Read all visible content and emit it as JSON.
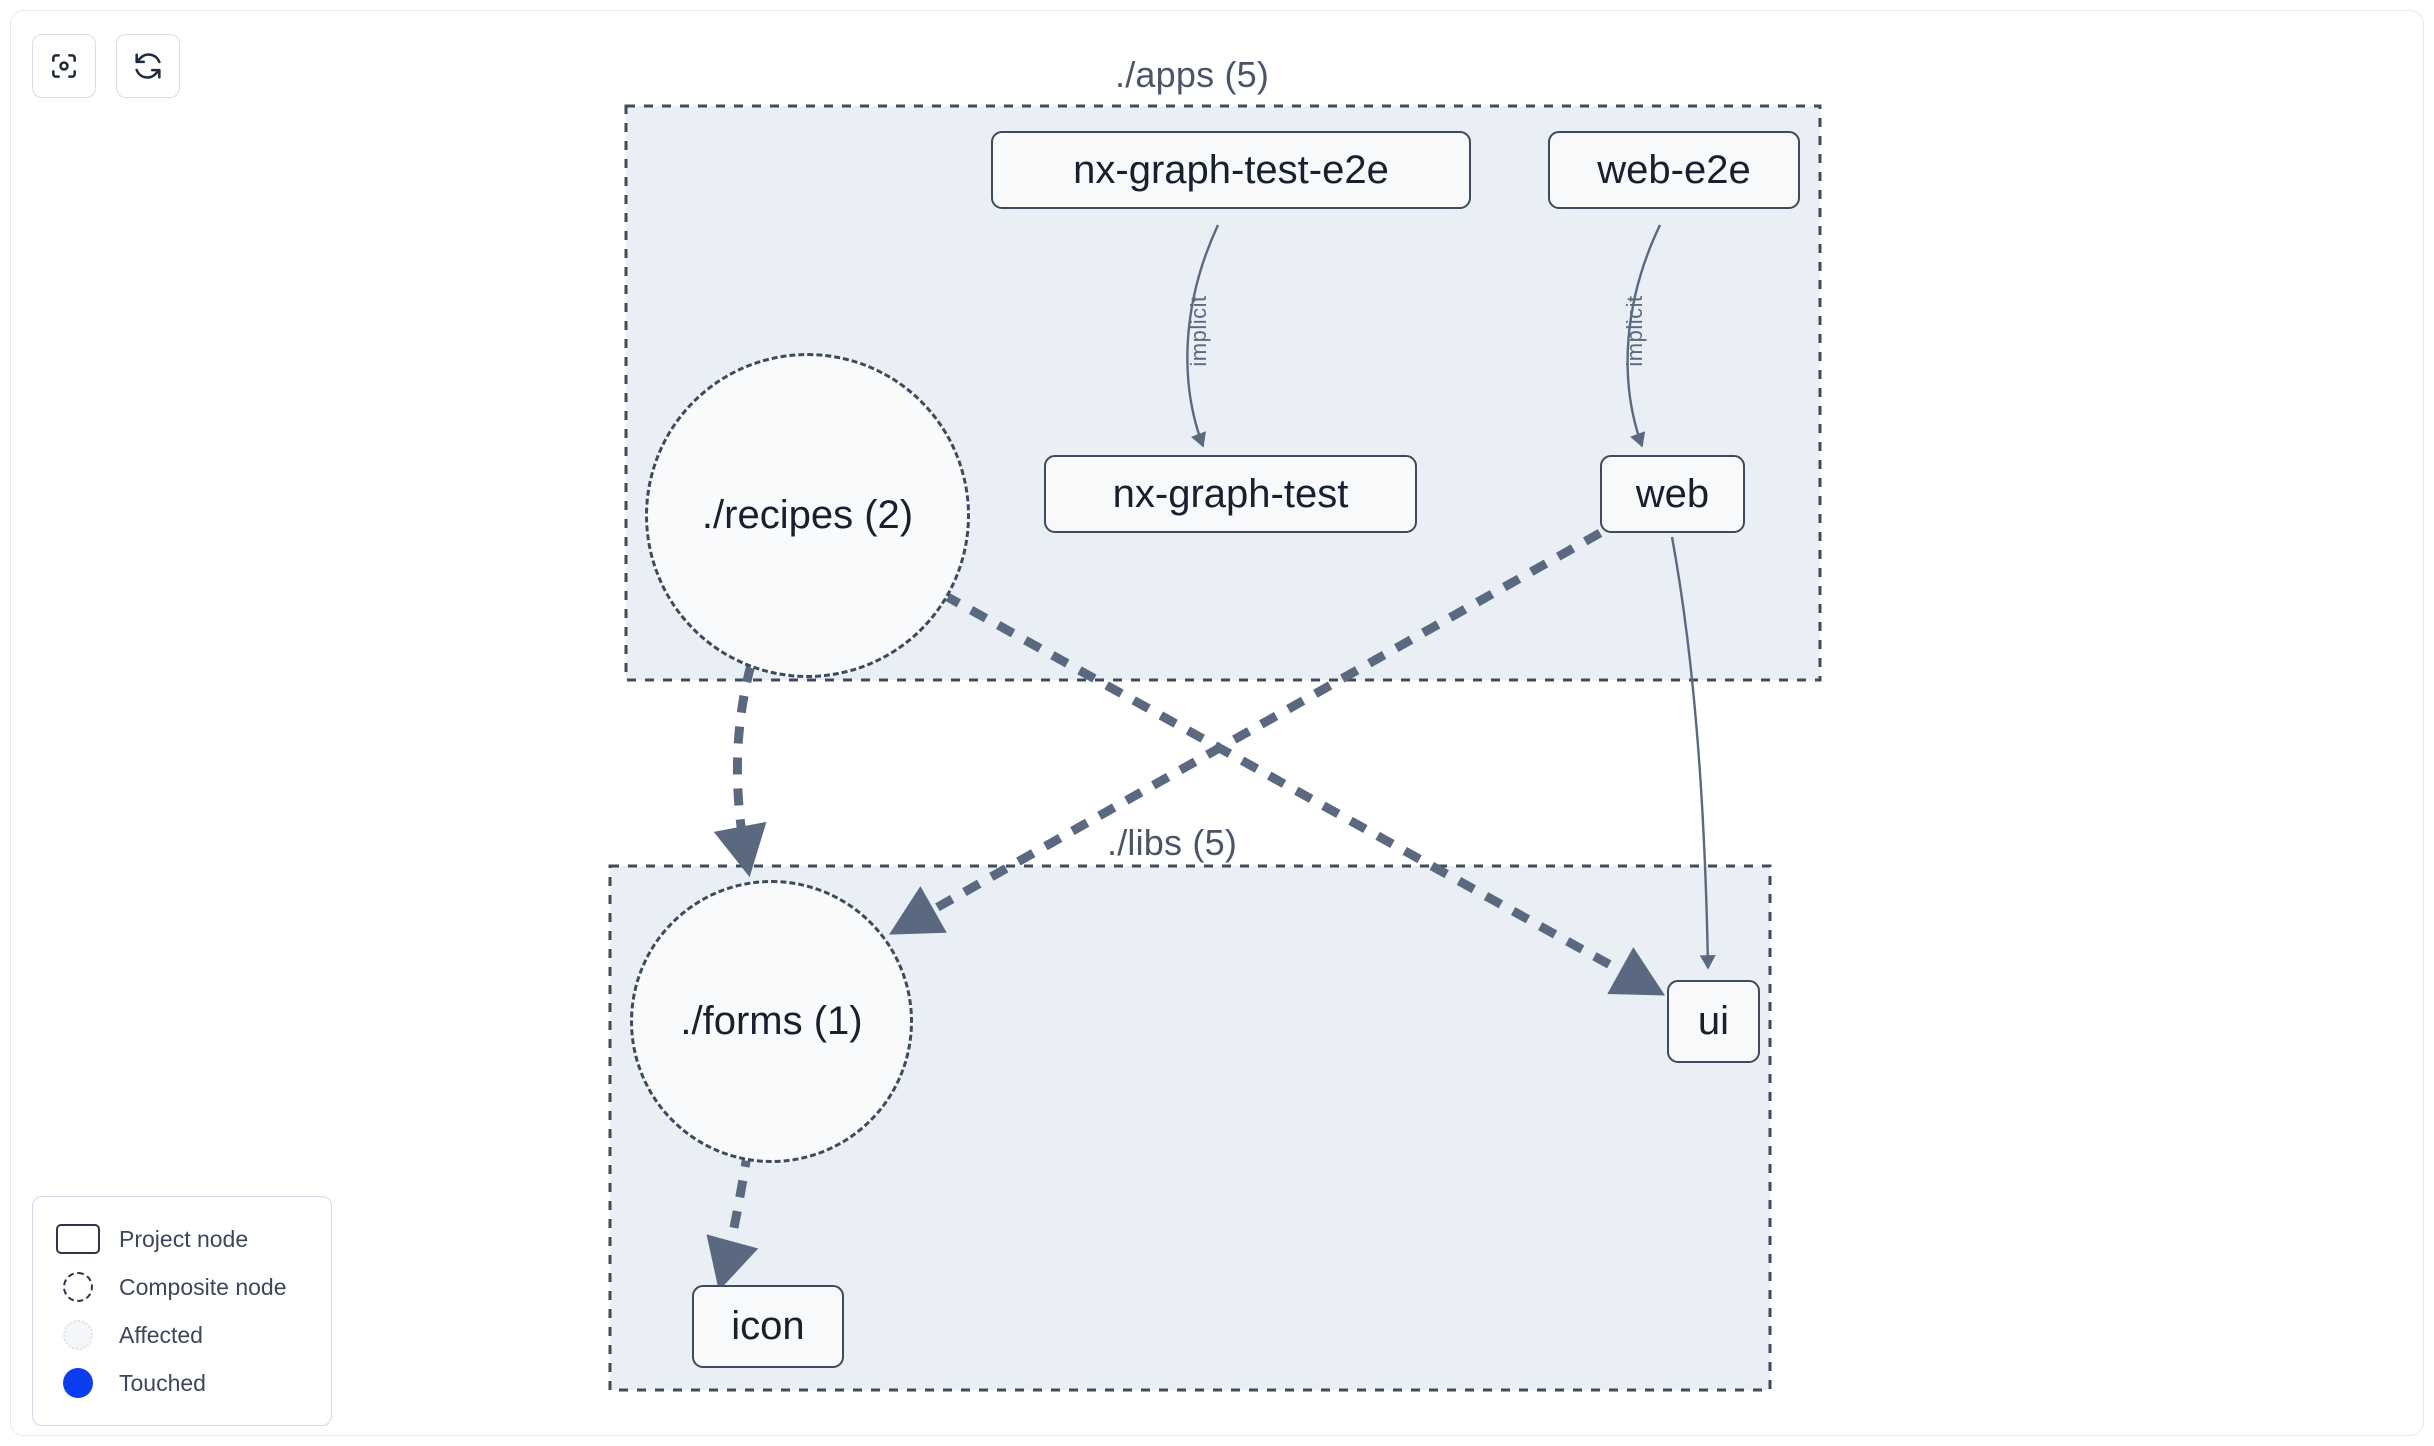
{
  "toolbar": {
    "buttons": [
      {
        "name": "focus-graph-button",
        "icon": "focus-target-icon",
        "label": ""
      },
      {
        "name": "refresh-graph-button",
        "icon": "refresh-icon",
        "label": ""
      }
    ]
  },
  "graph": {
    "groups": [
      {
        "id": "apps",
        "label": "./apps (5)",
        "count": 5
      },
      {
        "id": "libs",
        "label": "./libs (5)",
        "count": 5
      }
    ],
    "nodes": [
      {
        "id": "nx-graph-test-e2e",
        "label": "nx-graph-test-e2e",
        "type": "project",
        "group": "apps"
      },
      {
        "id": "web-e2e",
        "label": "web-e2e",
        "type": "project",
        "group": "apps"
      },
      {
        "id": "recipes",
        "label": "./recipes (2)",
        "type": "composite",
        "group": "apps"
      },
      {
        "id": "nx-graph-test",
        "label": "nx-graph-test",
        "type": "project",
        "group": "apps"
      },
      {
        "id": "web",
        "label": "web",
        "type": "project",
        "group": "apps"
      },
      {
        "id": "forms",
        "label": "./forms (1)",
        "type": "composite",
        "group": "libs"
      },
      {
        "id": "ui",
        "label": "ui",
        "type": "project",
        "group": "libs"
      },
      {
        "id": "icon",
        "label": "icon",
        "type": "project",
        "group": "libs"
      }
    ],
    "edges": [
      {
        "from": "nx-graph-test-e2e",
        "to": "nx-graph-test",
        "label": "implicit",
        "style": "solid"
      },
      {
        "from": "web-e2e",
        "to": "web",
        "label": "implicit",
        "style": "solid"
      },
      {
        "from": "web",
        "to": "ui",
        "label": "",
        "style": "solid"
      },
      {
        "from": "recipes",
        "to": "forms",
        "label": "",
        "style": "dashed"
      },
      {
        "from": "recipes",
        "to": "ui",
        "label": "",
        "style": "dashed"
      },
      {
        "from": "web",
        "to": "forms",
        "label": "",
        "style": "dashed"
      },
      {
        "from": "forms",
        "to": "icon",
        "label": "",
        "style": "dashed"
      }
    ],
    "edge_labels": {
      "implicit_1": "implicit",
      "implicit_2": "implicit"
    }
  },
  "legend": {
    "items": [
      {
        "icon": "project-node-swatch",
        "label": "Project node"
      },
      {
        "icon": "composite-node-swatch",
        "label": "Composite node"
      },
      {
        "icon": "affected-node-swatch",
        "label": "Affected"
      },
      {
        "icon": "touched-node-swatch",
        "label": "Touched"
      }
    ]
  },
  "colors": {
    "group_fill": "#eaeff5",
    "group_border": "#3f4a5e",
    "node_fill": "#f7f9fb",
    "node_border": "#3f4a5e",
    "edge": "#5a6880",
    "touched": "#0a3df0",
    "text": "#16202f"
  }
}
